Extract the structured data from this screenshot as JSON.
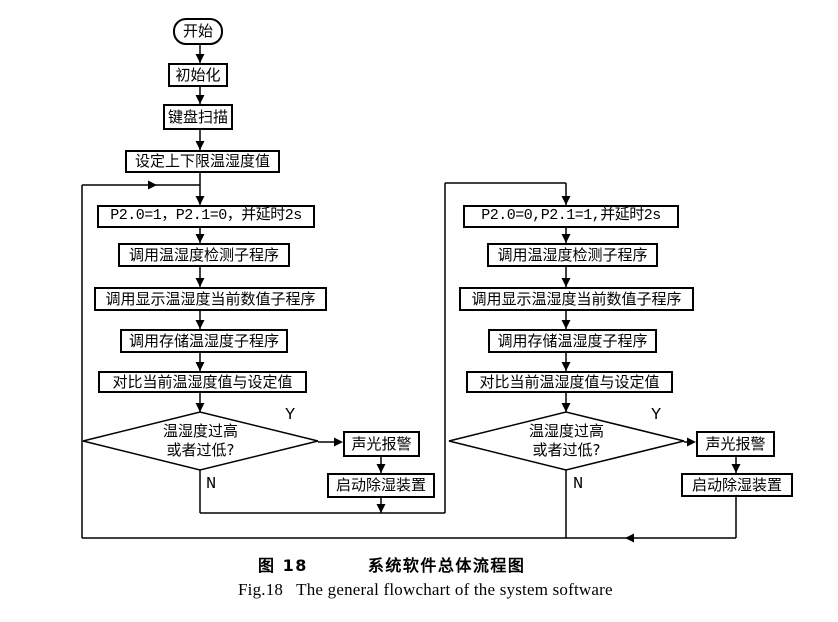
{
  "figure": {
    "caption_zh_label": "图 18",
    "caption_zh_title": "系统软件总体流程图",
    "caption_en_label": "Fig.18",
    "caption_en_title": "The general flowchart of the system software"
  },
  "nodes": {
    "start": "开始",
    "init": "初始化",
    "keyboard_scan": "键盘扫描",
    "set_limits": "设定上下限温湿度值",
    "p2_left": "P2.0=1，P2.1=0，并延时2s",
    "p2_right": "P2.0=0,P2.1=1,并延时2s",
    "call_detect": "调用温湿度检测子程序",
    "call_display": "调用显示温湿度当前数值子程序",
    "call_store": "调用存储温湿度子程序",
    "compare": "对比当前温湿度值与设定值",
    "decision": "温湿度过高\n或者过低?",
    "alarm": "声光报警",
    "dehumidifier": "启动除湿装置",
    "label_yes": "Y",
    "label_no": "N"
  },
  "colors": {
    "line": "#000000",
    "background": "#ffffff"
  }
}
